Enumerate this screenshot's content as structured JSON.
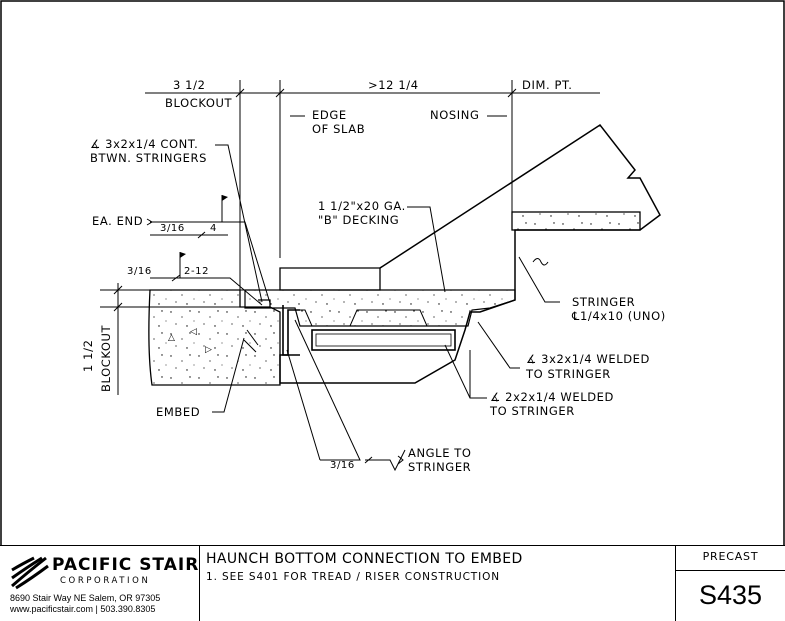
{
  "diagram": {
    "dimensions": {
      "blockout_width": "3 1/2",
      "span": ">12 1/4",
      "dim_pt": "DIM. PT.",
      "blockout_top": "BLOCKOUT",
      "blockout_height": "1 1/2",
      "blockout_side": "BLOCKOUT"
    },
    "labels": {
      "edge_of_slab_1": "EDGE",
      "edge_of_slab_2": "OF SLAB",
      "nosing": "NOSING",
      "angle_cont_1": "∡ 3x2x1/4 CONT.",
      "angle_cont_2": "BTWN. STRINGERS",
      "ea_end": "EA. END",
      "weld1_size": "3/16",
      "weld1_len": "4",
      "weld2_size": "3/16",
      "weld2_len": "2-12",
      "decking_1": "1 1/2\"x20 GA.",
      "decking_2": "\"B\" DECKING",
      "stringer_1": "STRINGER",
      "stringer_2": "℄1/4x10 (UNO)",
      "angle_welded_1": "∡ 3x2x1/4 WELDED",
      "angle_welded_2": "TO STRINGER",
      "angle_small_1": "∡ 2x2x1/4 WELDED",
      "angle_small_2": "TO STRINGER",
      "embed": "EMBED",
      "weld3_size": "3/16",
      "angle_to_1": "ANGLE TO",
      "angle_to_2": "STRINGER"
    }
  },
  "title_block": {
    "company": "PACIFIC STAIR",
    "corporation": "CORPORATION",
    "address": "8690 Stair Way NE Salem, OR 97305",
    "contact": "www.pacificstair.com  |  503.390.8305",
    "drawing_title": "HAUNCH BOTTOM CONNECTION TO EMBED",
    "note": "1.  SEE S401 FOR TREAD / RISER CONSTRUCTION",
    "category": "PRECAST",
    "sheet_number": "S435"
  }
}
